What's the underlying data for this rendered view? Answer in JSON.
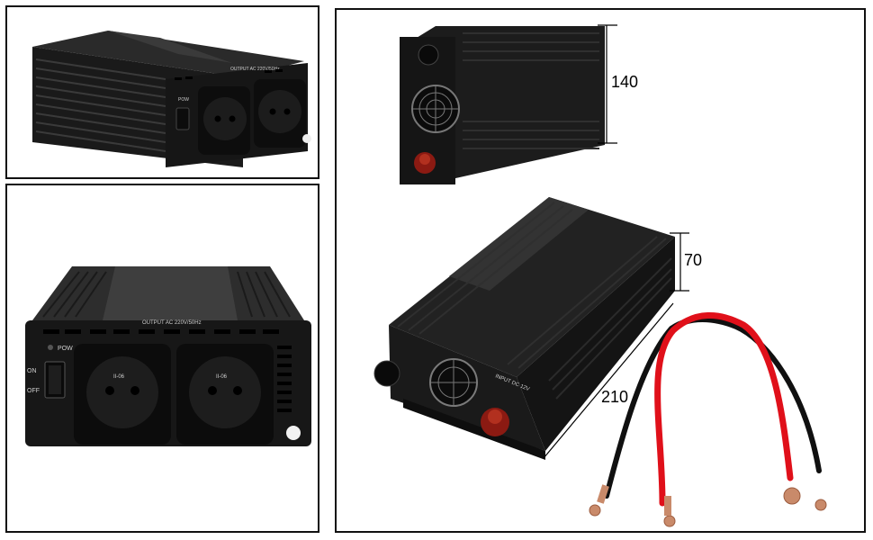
{
  "panels": {
    "top_left": {
      "output_label": "OUTPUT AC 220V/50Hz",
      "pow_label": "POW"
    },
    "bottom_left": {
      "output_label": "OUTPUT AC 220V/50Hz",
      "pow_label": "POW",
      "on_label": "ON",
      "off_label": "OFF",
      "socket_marks": [
        "II-06",
        "II-06"
      ]
    },
    "right": {
      "input_label": "INPUT DC 12V",
      "dimensions": {
        "height_label": "140",
        "depth_label": "70",
        "length_label": "210"
      }
    }
  },
  "colors": {
    "body": "#1b1b1b",
    "fin": "#2c2c2c",
    "terminal_red": "#8b1a12",
    "cable_red": "#e0101a",
    "cable_black": "#101010",
    "copper": "#c98a6a"
  }
}
